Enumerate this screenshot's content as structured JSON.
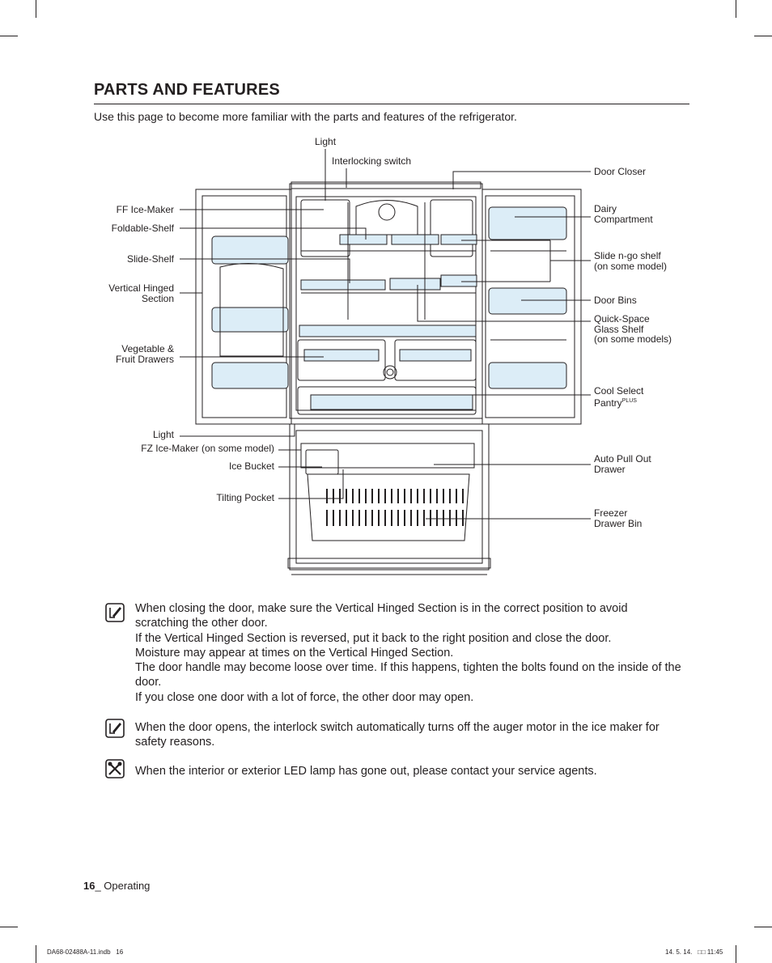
{
  "page": {
    "title": "PARTS AND FEATURES",
    "intro": "Use this page to become more familiar with the parts and features of the refrigerator."
  },
  "diagram": {
    "left_labels": {
      "ff_ice_maker": "FF Ice-Maker",
      "foldable_shelf": "Foldable-Shelf",
      "slide_shelf": "Slide-Shelf",
      "vertical_hinged_line1": "Vertical Hinged",
      "vertical_hinged_line2": "Section",
      "vegetable_line1": "Vegetable &",
      "vegetable_line2": "Fruit Drawers",
      "light_bottom": "Light",
      "fz_ice_maker": "FZ Ice-Maker (on some model)",
      "ice_bucket": "Ice Bucket",
      "tilting_pocket": "Tilting Pocket"
    },
    "top_labels": {
      "light_top": "Light",
      "interlocking_switch": "Interlocking switch"
    },
    "right_labels": {
      "door_closer": "Door Closer",
      "dairy_line1": "Dairy",
      "dairy_line2": "Compartment",
      "slide_n_go_line1": "Slide n-go shelf",
      "slide_n_go_line2": "(on some model)",
      "door_bins": "Door Bins",
      "quick_space_line1": "Quick-Space",
      "quick_space_line2": "Glass Shelf",
      "quick_space_line3": "(on some models)",
      "cool_select_line1": "Cool Select",
      "cool_select_line2": "Pantry",
      "cool_select_sup": "PLUS",
      "auto_pull_line1": "Auto Pull Out",
      "auto_pull_line2": "Drawer",
      "freezer_bin_line1": "Freezer",
      "freezer_bin_line2": "Drawer Bin"
    }
  },
  "notes": [
    {
      "icon": "note-pencil-icon",
      "lines": [
        "When closing the door, make sure the Vertical Hinged Section is in the correct position to avoid scratching the other door.",
        "If the Vertical Hinged Section is reversed, put it back to the right position and close the door.",
        "Moisture may appear at times on the Vertical Hinged Section.",
        "The door handle may become loose over time. If this happens, tighten the bolts found on the inside of the door.",
        "If you close one door with a lot of force, the other door may open."
      ]
    },
    {
      "icon": "note-pencil-icon",
      "lines": [
        "When the door opens, the interlock switch automatically turns off the auger motor in the ice maker for safety reasons."
      ]
    },
    {
      "icon": "service-tools-icon",
      "lines": [
        "When the interior or exterior LED lamp has gone out, please contact your service agents."
      ]
    }
  ],
  "footer": {
    "page_number": "16",
    "section": "_ Operating",
    "file_info": "DA68-02488A-11.indb   16",
    "timestamp": "14. 5. 14.   □□ 11:45"
  }
}
